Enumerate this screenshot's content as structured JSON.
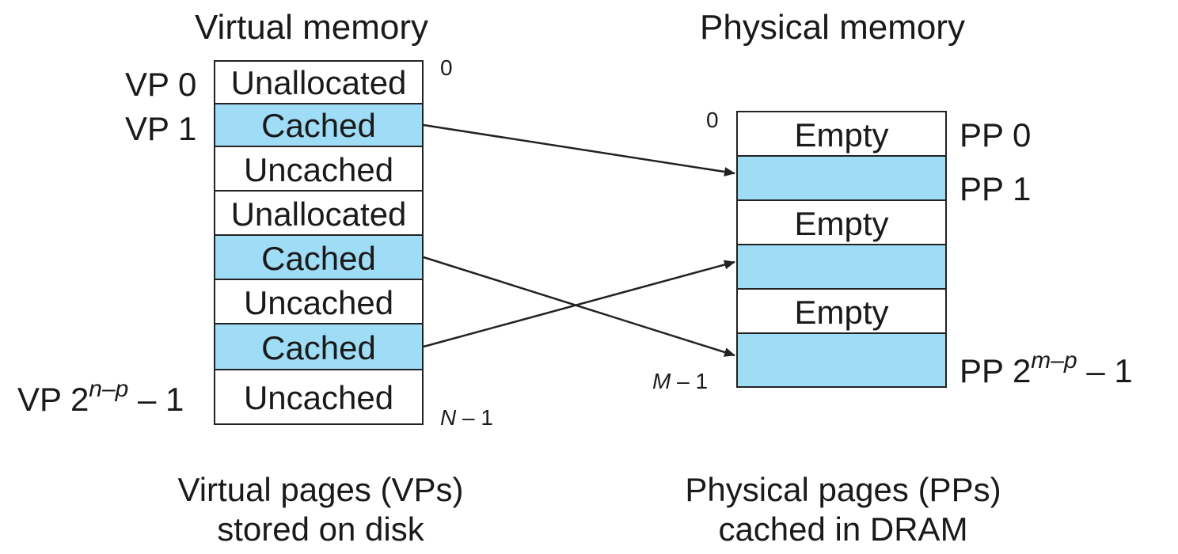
{
  "virtual": {
    "title": "Virtual memory",
    "pages": [
      {
        "label": "Unallocated",
        "state": "unallocated"
      },
      {
        "label": "Cached",
        "state": "cached"
      },
      {
        "label": "Uncached",
        "state": "uncached"
      },
      {
        "label": "Unallocated",
        "state": "unallocated"
      },
      {
        "label": "Cached",
        "state": "cached"
      },
      {
        "label": "Uncached",
        "state": "uncached"
      },
      {
        "label": "Cached",
        "state": "cached"
      },
      {
        "label": "Uncached",
        "state": "uncached"
      }
    ],
    "row_labels": {
      "vp0": "VP 0",
      "vp1": "VP 1",
      "vplast_prefix": "VP 2",
      "vplast_exp": "n–p",
      "vplast_suffix": " – 1"
    },
    "addr_start": "0",
    "addr_end_var": "N",
    "addr_end_suffix": " – 1",
    "caption_line1": "Virtual pages (VPs)",
    "caption_line2": "stored on disk"
  },
  "physical": {
    "title": "Physical memory",
    "pages": [
      {
        "label": "Empty",
        "state": "empty"
      },
      {
        "label": "",
        "state": "cached"
      },
      {
        "label": "Empty",
        "state": "empty"
      },
      {
        "label": "",
        "state": "cached"
      },
      {
        "label": "Empty",
        "state": "empty"
      },
      {
        "label": "",
        "state": "cached"
      }
    ],
    "row_labels": {
      "pp0": "PP 0",
      "pp1": "PP 1",
      "pplast_prefix": "PP 2",
      "pplast_exp": "m–p",
      "pplast_suffix": " – 1"
    },
    "addr_start": "0",
    "addr_end_var": "M",
    "addr_end_suffix": " – 1",
    "caption_line1": "Physical pages (PPs)",
    "caption_line2": "cached in DRAM"
  },
  "mappings": [
    {
      "from_vp": 1,
      "to_pp": 1
    },
    {
      "from_vp": 4,
      "to_pp": 5
    },
    {
      "from_vp": 6,
      "to_pp": 3
    }
  ],
  "colors": {
    "cached": "#9fdcf5",
    "line": "#222222"
  }
}
